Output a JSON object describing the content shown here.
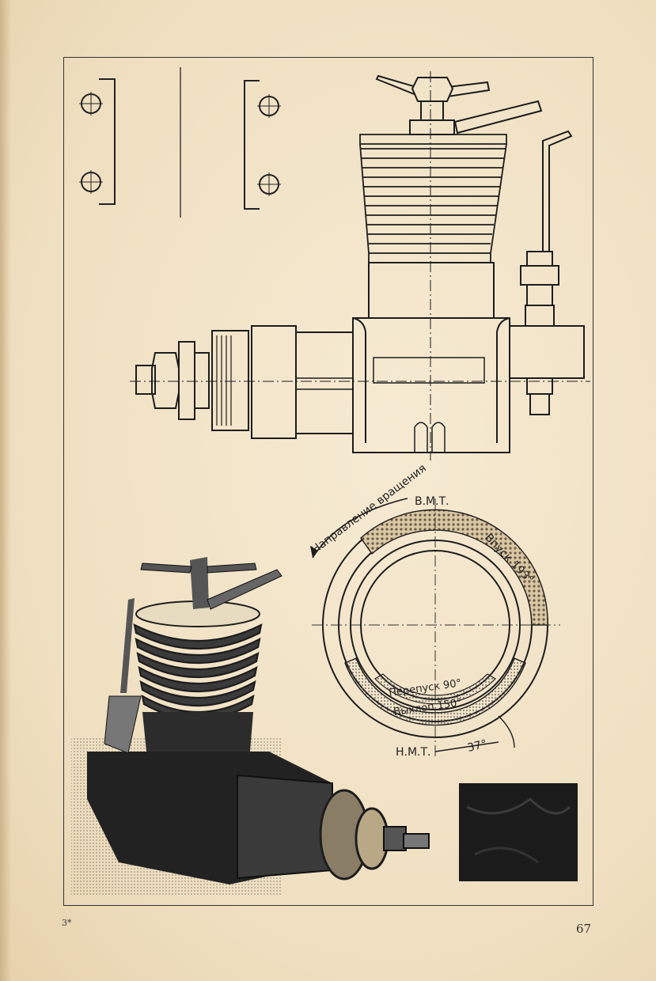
{
  "figure": {
    "rotation_label": "Направление вращения",
    "tdc_label": "В.М.Т.",
    "bdc_label": "Н.М.Т.",
    "intake_label": "Впуск 193°",
    "transfer_label": "Перепуск 90°",
    "exhaust_label": "Выхлоп 150°",
    "bdc_angle_label": "37°"
  },
  "footer": {
    "footnote_mark": "3*",
    "page_number": "67"
  }
}
